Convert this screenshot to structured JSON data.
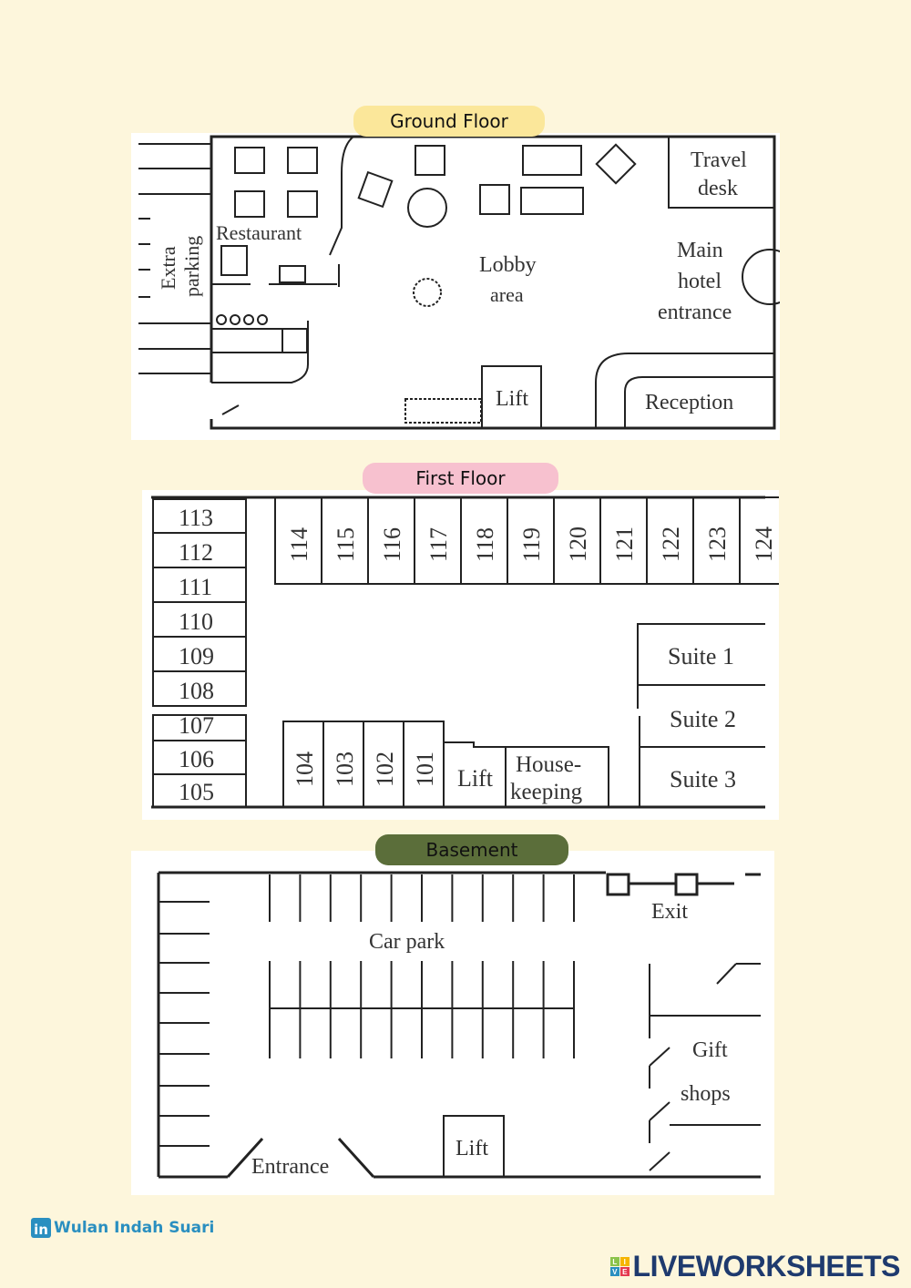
{
  "sections": {
    "ground": {
      "title": "Ground Floor",
      "labels": {
        "restaurant": "Restaurant",
        "extra_parking_1": "Extra",
        "extra_parking_2": "parking",
        "lobby_1": "Lobby",
        "lobby_2": "area",
        "travel_1": "Travel",
        "travel_2": "desk",
        "main_1": "Main",
        "main_2": "hotel",
        "main_3": "entrance",
        "lift": "Lift",
        "reception": "Reception"
      }
    },
    "first": {
      "title": "First Floor",
      "left_rooms": [
        "113",
        "112",
        "111",
        "110",
        "109",
        "108",
        "107",
        "106",
        "105"
      ],
      "top_rooms": [
        "114",
        "115",
        "116",
        "117",
        "118",
        "119",
        "120",
        "121",
        "122",
        "123",
        "124"
      ],
      "bottom_rooms": [
        "104",
        "103",
        "102",
        "101"
      ],
      "lift": "Lift",
      "housekeeping_1": "House-",
      "housekeeping_2": "keeping",
      "suites": [
        "Suite 1",
        "Suite 2",
        "Suite 3"
      ]
    },
    "basement": {
      "title": "Basement",
      "labels": {
        "car_park": "Car park",
        "exit": "Exit",
        "gift_1": "Gift",
        "gift_2": "shops",
        "lift": "Lift",
        "entrance": "Entrance"
      }
    }
  },
  "footer": {
    "author": "Wulan Indah Suari",
    "linkedin_icon": "in",
    "brand": "LIVEWORKSHEETS",
    "brand_tiles": [
      "L",
      "I",
      "V",
      "E"
    ]
  },
  "colors": {
    "background": "#fdf6dc",
    "ground_banner": "#fbe79a",
    "first_banner": "#f7c1cf",
    "basement_banner": "#5b6e3a",
    "author": "#2a8fc0",
    "brand": "#1e3a6e"
  }
}
